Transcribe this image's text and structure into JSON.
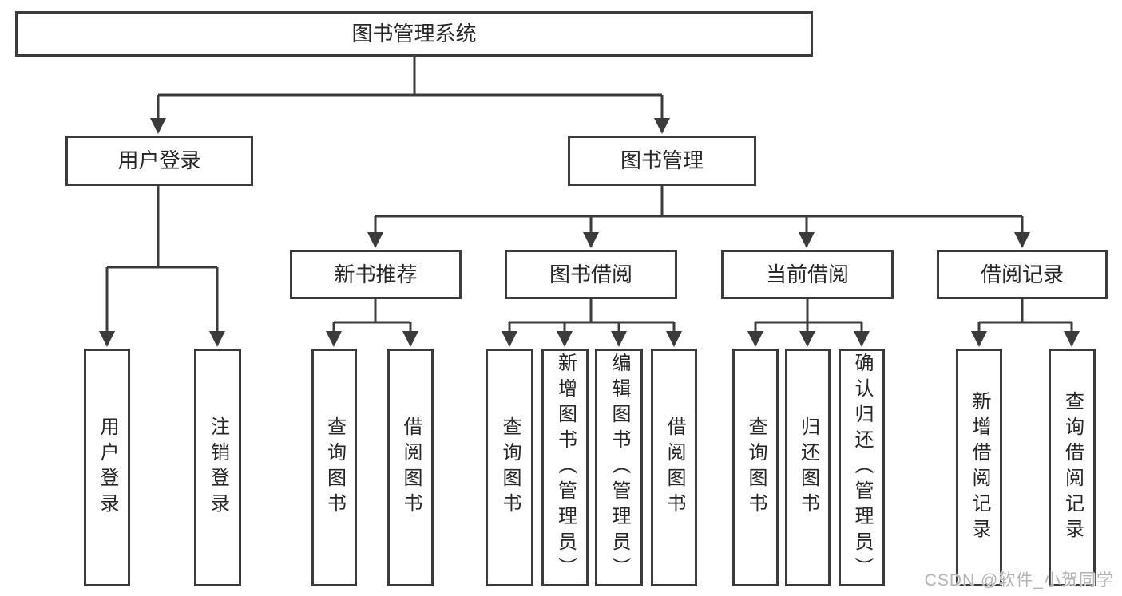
{
  "diagram": {
    "tree": {
      "root": {
        "label": "图书管理系统",
        "children": [
          {
            "label": "用户登录",
            "children": [
              {
                "label": "用户登录"
              },
              {
                "label": "注销登录"
              }
            ]
          },
          {
            "label": "图书管理",
            "children": [
              {
                "label": "新书推荐",
                "children": [
                  {
                    "label": "查询图书"
                  },
                  {
                    "label": "借阅图书"
                  }
                ]
              },
              {
                "label": "图书借阅",
                "children": [
                  {
                    "label": "查询图书"
                  },
                  {
                    "label": "新增图书（管理员）"
                  },
                  {
                    "label": "编辑图书（管理员）"
                  },
                  {
                    "label": "借阅图书"
                  }
                ]
              },
              {
                "label": "当前借阅",
                "children": [
                  {
                    "label": "查询图书"
                  },
                  {
                    "label": "归还图书"
                  },
                  {
                    "label": "确认归还（管理员）"
                  }
                ]
              },
              {
                "label": "借阅记录",
                "children": [
                  {
                    "label": "新增借阅记录"
                  },
                  {
                    "label": "查询借阅记录"
                  }
                ]
              }
            ]
          }
        ]
      }
    },
    "watermark": "CSDN @软件_小贺同学",
    "colors": {
      "line": "#3b3b3b",
      "box_border": "#3b3b3b",
      "box_fill": "#ffffff",
      "text": "#262626",
      "watermark": "#b3b3b3",
      "background": "#ffffff"
    }
  }
}
